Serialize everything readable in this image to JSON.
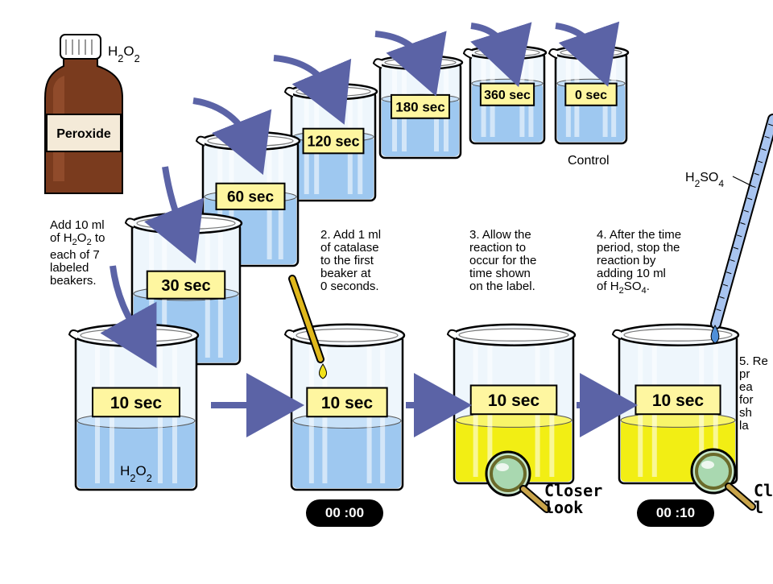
{
  "bottle": {
    "chemical": "H2O2",
    "label": "Peroxide"
  },
  "beaker_labels": {
    "b10a": "10 sec",
    "b30": "30 sec",
    "b60": "60 sec",
    "b120": "120 sec",
    "b180": "180 sec",
    "b360": "360 sec",
    "b0": "0 sec",
    "b10b": "10 sec",
    "b10c": "10 sec",
    "b10d": "10 sec"
  },
  "beaker_contents": {
    "b10a": "H2O2"
  },
  "control_label": "Control",
  "acid_label": "H2SO4",
  "steps": {
    "step1": "Add 10 ml\nof H2O2 to\neach of 7\nlabeled\nbeakers.",
    "step2": "2. Add 1 ml\nof catalase\nto the first\nbeaker at\n0 seconds.",
    "step3": "3. Allow the\nreaction to\noccur for the\ntime shown\non the label.",
    "step4": "4. After the time\nperiod, stop the\nreaction by\nadding 10 ml\nof H2SO4.",
    "step5": "5. Re\npr\nea\nfor\nsh\nla"
  },
  "timers": {
    "t1": "00 :00",
    "t2": "00 :10"
  },
  "closer_look": {
    "c1": "Closer\nlook",
    "c2": "Cl\nl"
  },
  "colors": {
    "liquid_blue": "#9ec8f0",
    "liquid_yellow": "#f2ee14",
    "label_yellow": "#fef6a0",
    "arrow": "#5b63a6",
    "bottle_brown": "#7a3b1e",
    "dropper_yellow": "#e0b81c",
    "pipette_blue": "#a8c4f0"
  }
}
